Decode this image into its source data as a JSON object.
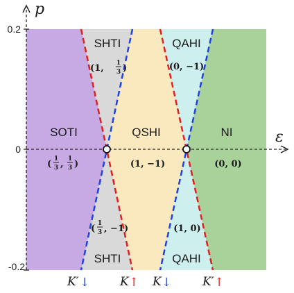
{
  "axes": {
    "x_title": "ε",
    "y_title": "p",
    "y_ticks": [
      {
        "label": "0.2",
        "value": 0.2
      },
      {
        "label": "0",
        "value": 0
      },
      {
        "label": "-0.2",
        "value": -0.2
      }
    ]
  },
  "regions": {
    "soti": {
      "label": "SOTI",
      "invariant_pre": "(",
      "invariant_post": ")",
      "frac1": {
        "num": "1",
        "den": "3"
      },
      "frac2": {
        "num": "1",
        "den": "3"
      },
      "color": "#c7a9e3"
    },
    "shti_top": {
      "label": "SHTI",
      "invariant_pre": "(1, ",
      "invariant_post": ")",
      "frac": {
        "num": "1",
        "den": "3"
      },
      "color": "#d9d9d9"
    },
    "shti_bottom": {
      "label": "SHTI",
      "invariant_pre": "(",
      "invariant_post": ", −1)",
      "frac": {
        "num": "1",
        "den": "3"
      },
      "color": "#d9d9d9"
    },
    "qshi": {
      "label": "QSHI",
      "invariant": "(1, −1)",
      "color": "#fae8bf"
    },
    "qahi_top": {
      "label": "QAHI",
      "invariant": "(0, −1)",
      "color": "#cdf0ef"
    },
    "qahi_bottom": {
      "label": "QAHI",
      "invariant": "(1, 0)",
      "color": "#cdf0ef"
    },
    "ni": {
      "label": "NI",
      "invariant": "(0, 0)",
      "color": "#a8d29a"
    }
  },
  "boundary_colors": {
    "red": "#e02020",
    "blue": "#2040e0"
  },
  "bottom_markers": [
    {
      "symbol": "K′",
      "arrow": "↓",
      "arrow_color": "blue"
    },
    {
      "symbol": "K",
      "arrow": "↑",
      "arrow_color": "red"
    },
    {
      "symbol": "K",
      "arrow": "↓",
      "arrow_color": "blue"
    },
    {
      "symbol": "K′",
      "arrow": "↑",
      "arrow_color": "red"
    }
  ]
}
